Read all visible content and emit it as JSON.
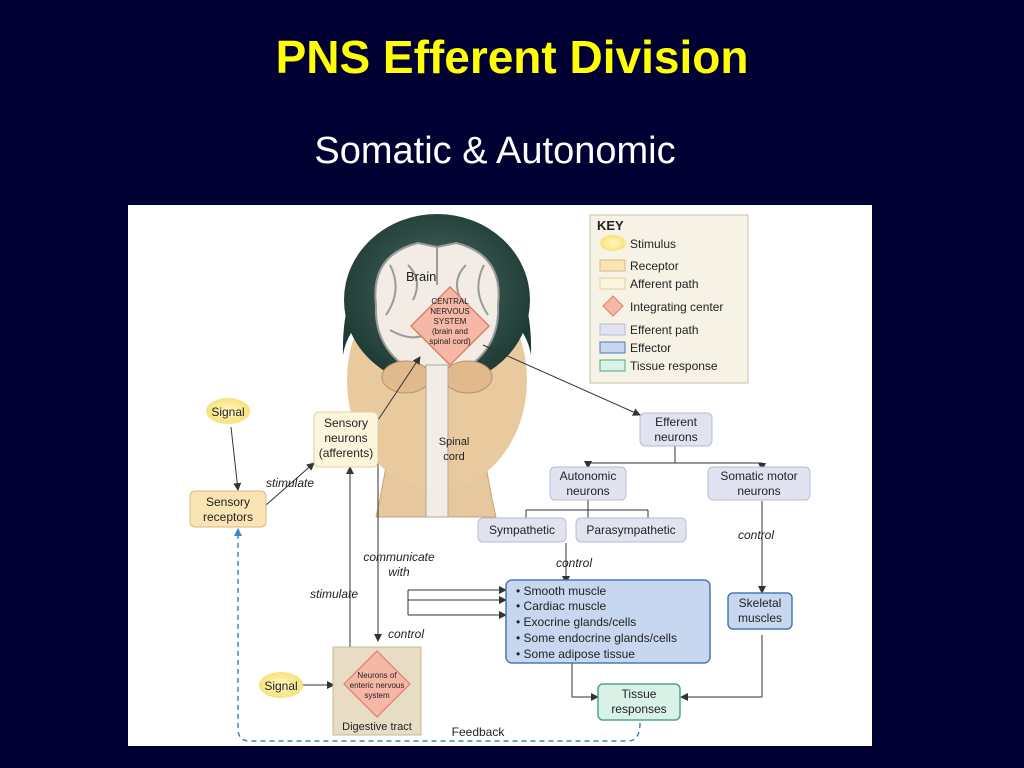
{
  "slide": {
    "title": "PNS Efferent Division",
    "subtitle": "Somatic & Autonomic"
  },
  "key": {
    "heading": "KEY",
    "items": [
      "Stimulus",
      "Receptor",
      "Afferent path",
      "Integrating center",
      "Efferent path",
      "Effector",
      "Tissue response"
    ]
  },
  "labels": {
    "brain": "Brain",
    "cns": [
      "CENTRAL",
      "NERVOUS",
      "SYSTEM",
      "(brain and",
      "spinal cord)"
    ],
    "spinal_cord": [
      "Spinal",
      "cord"
    ],
    "signal_top": "Signal",
    "signal_bottom": "Signal",
    "sensory_receptors": [
      "Sensory",
      "receptors"
    ],
    "sensory_neurons": [
      "Sensory",
      "neurons",
      "(afferents)"
    ],
    "stimulate_1": "stimulate",
    "stimulate_2": "stimulate",
    "communicate": [
      "communicate",
      "with"
    ],
    "efferent_neurons": [
      "Efferent",
      "neurons"
    ],
    "autonomic_neurons": [
      "Autonomic",
      "neurons"
    ],
    "somatic_motor_neurons": [
      "Somatic motor",
      "neurons"
    ],
    "sympathetic": "Sympathetic",
    "parasympathetic": "Parasympathetic",
    "control_1": "control",
    "control_2": "control",
    "control_3": "control",
    "effectors_list": [
      "• Smooth muscle",
      "• Cardiac muscle",
      "• Exocrine glands/cells",
      "• Some endocrine glands/cells",
      "• Some adipose tissue"
    ],
    "skeletal_muscles": [
      "Skeletal",
      "muscles"
    ],
    "enteric": [
      "Neurons of",
      "enteric nervous",
      "system"
    ],
    "digestive_tract": "Digestive tract",
    "tissue_responses": [
      "Tissue",
      "responses"
    ],
    "feedback": "Feedback"
  },
  "colors": {
    "background": "#000033",
    "title": "#ffff00",
    "subtitle": "#ffffff",
    "stimulus": "#fdf3a8",
    "receptor": "#fbe4b3",
    "afferent": "#fdf4dc",
    "integrating": "#f6b7a6",
    "efferent": "#e1e3f1",
    "effector": "#c6d7ef",
    "tissue_response": "#d9f1e6"
  }
}
